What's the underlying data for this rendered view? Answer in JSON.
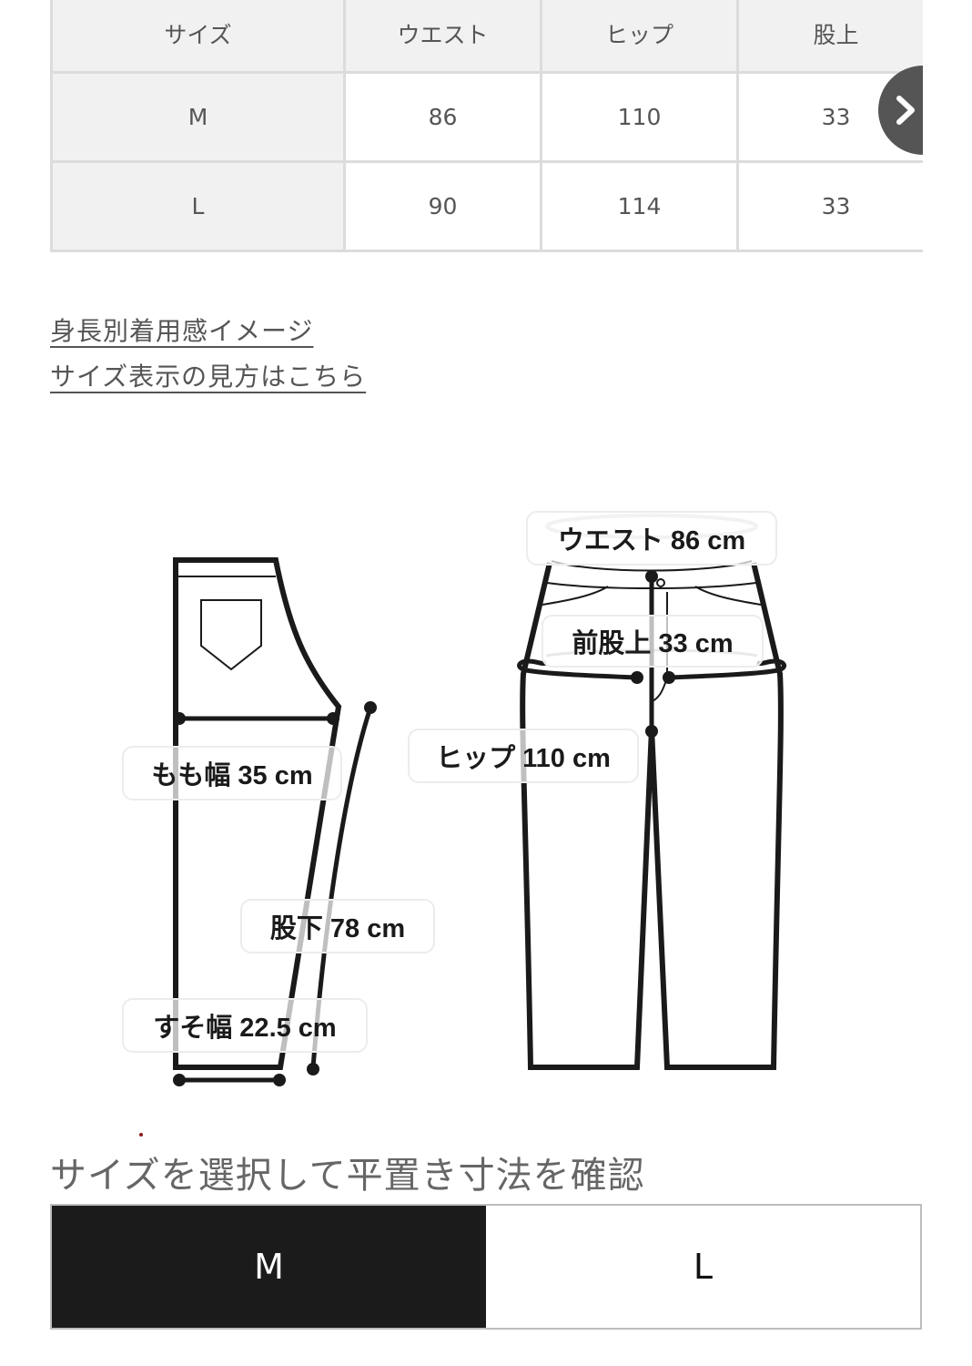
{
  "size_table": {
    "headers": [
      "サイズ",
      "ウエスト",
      "ヒップ",
      "股上"
    ],
    "rows": [
      {
        "size": "M",
        "waist": "86",
        "hip": "110",
        "rise": "33"
      },
      {
        "size": "L",
        "waist": "90",
        "hip": "114",
        "rise": "33"
      }
    ],
    "next_icon": "chevron-right-icon"
  },
  "links": {
    "fit_by_height": "身長別着用感イメージ",
    "size_guide": "サイズ表示の見方はこちら"
  },
  "diagram": {
    "labels": {
      "waist": "ウエスト 86 cm",
      "front_rise": "前股上 33 cm",
      "hip": "ヒップ 110 cm",
      "thigh": "もも幅 35 cm",
      "inseam": "股下 78 cm",
      "hem": "すそ幅 22.5 cm"
    }
  },
  "size_selector": {
    "title": "サイズを選択して平置き寸法を確認",
    "options": [
      {
        "label": "M",
        "selected": true
      },
      {
        "label": "L",
        "selected": false
      }
    ],
    "active_color": "#1b1b1b"
  }
}
